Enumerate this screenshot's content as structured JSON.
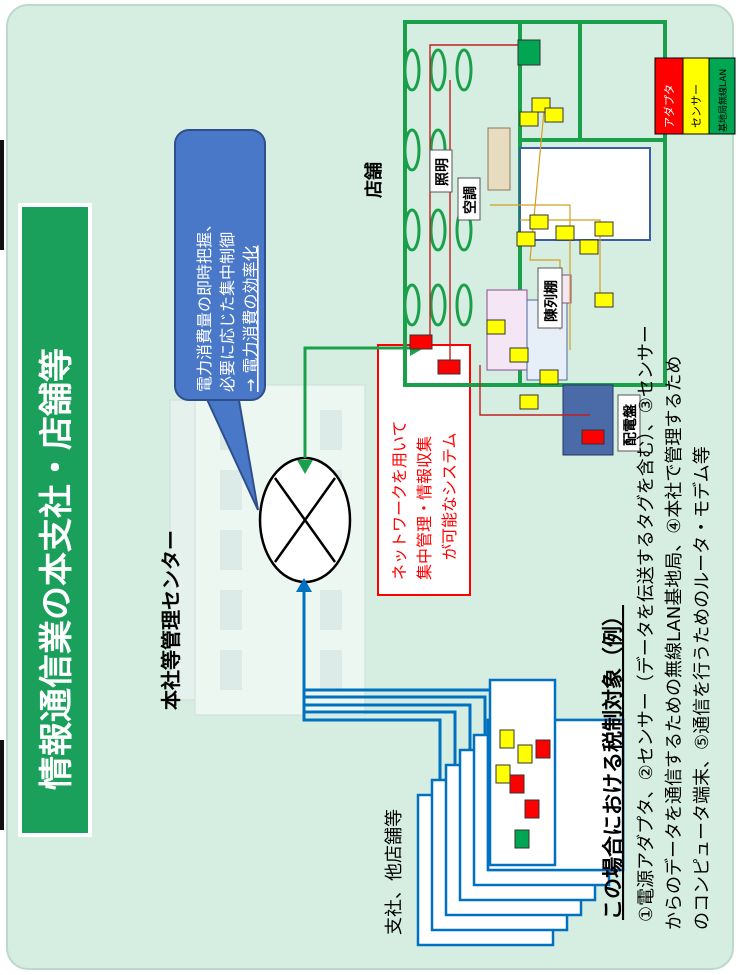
{
  "title": "情報通信業の本支社・店舗等",
  "center_label": "本社等管理センター",
  "branch_label": "支社、他店舗等",
  "store_label": "店舗",
  "network_box": [
    "ネットワークを用いて",
    "集中管理・情報収集",
    "が可能なシステム"
  ],
  "callout": [
    "電力消費量の即時把握、",
    "必要に応じた集中制御",
    "→ 電力消費の効率化"
  ],
  "store_items": {
    "lighting": "照明",
    "aircon": "空調",
    "shelf": "陳列棚",
    "panel": "配電盤"
  },
  "legend": [
    {
      "label": "アダプタ",
      "color": "#ff0000"
    },
    {
      "label": "センサー",
      "color": "#ffff00"
    },
    {
      "label": "基地局無線LAN",
      "color": "#00a651"
    }
  ],
  "footer": {
    "heading": "この場合における税制対象（例）",
    "lines": [
      "①電源アダプタ、②センサー（データを伝送するタグを含む）、③センサー",
      "からのデータを通信するための無線LAN基地局、④本社で管理するため",
      "のコンピュータ端末、⑤通信を行うためのルータ・モデム等"
    ]
  },
  "colors": {
    "background": "#d6eee2",
    "title_bg": "#1aa05a",
    "accent_blue": "#0070c0",
    "network_red": "#ff0000",
    "callout_blue": "#4a78c8",
    "link_green": "#1aa04a"
  }
}
